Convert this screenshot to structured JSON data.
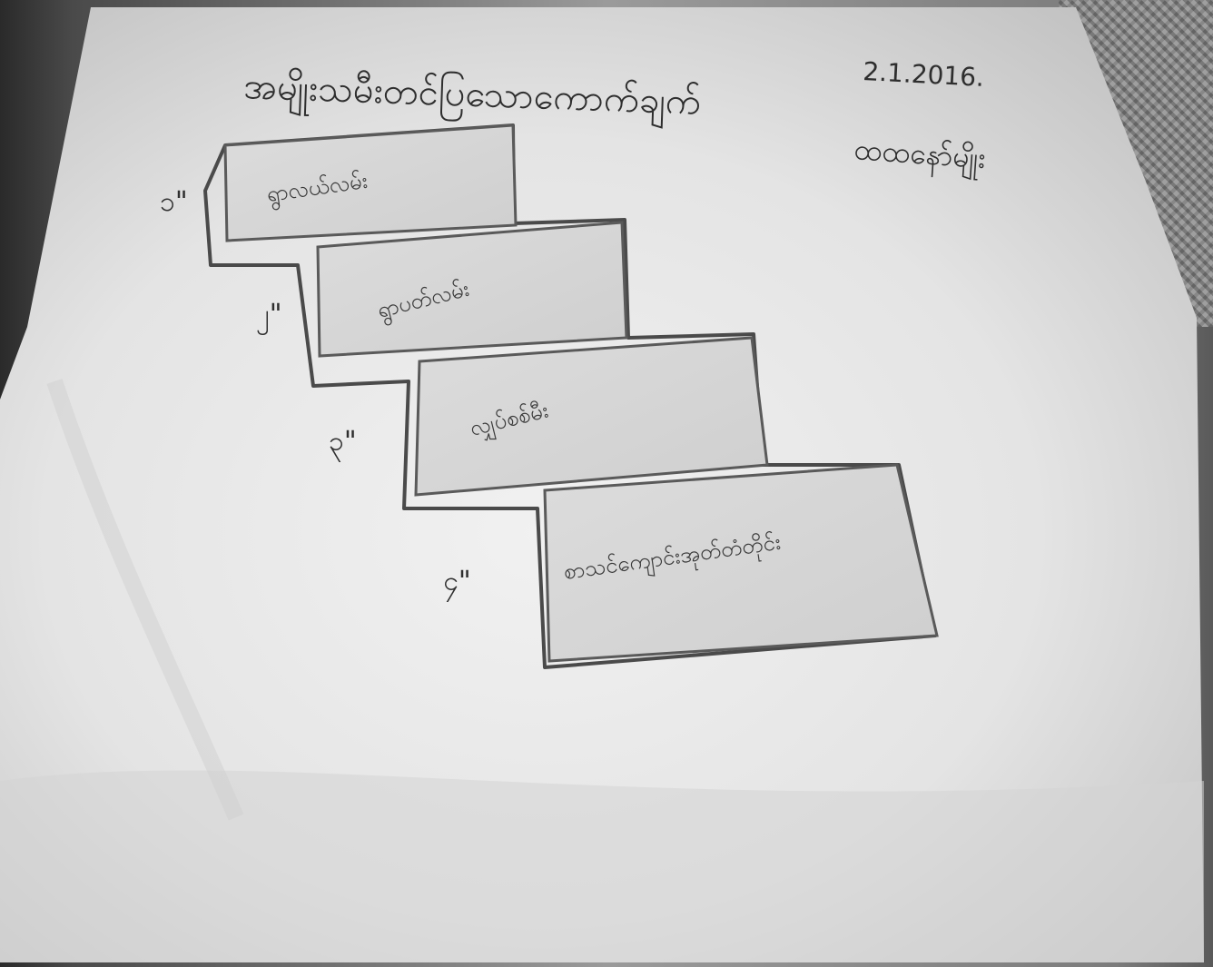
{
  "photo": {
    "description_free": true,
    "title": "အမျိုးသမီးတင်ပြသောကောက်ချက်",
    "date": "2.1.2016.",
    "group": "ထထနော်မျိုး"
  },
  "steps": [
    {
      "number": "၁\"",
      "label": "ရွာလယ်လမ်း"
    },
    {
      "number": "၂\"",
      "label": "ရွာပတ်လမ်း"
    },
    {
      "number": "၃\"",
      "label": "လျှပ်စစ်မီး"
    },
    {
      "number": "၄\"",
      "label": "စာသင်ကျောင်းအုတ်တံတိုင်း"
    }
  ],
  "colors": {
    "paper": "#e8e8e8",
    "card": "#d6d6d6",
    "ink": "#2e2e2e"
  }
}
